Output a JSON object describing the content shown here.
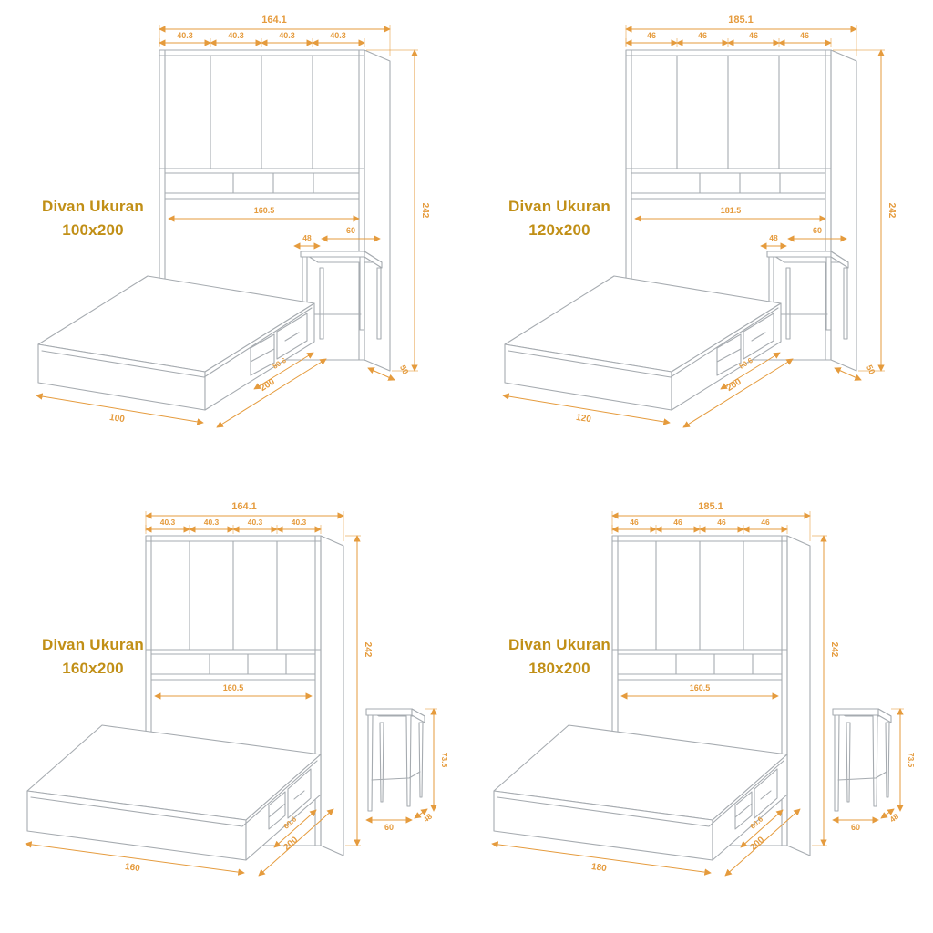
{
  "colors": {
    "dimension": "#E59B3D",
    "label": "#C18F16",
    "furniture": "#A6ABB0"
  },
  "panels": [
    {
      "title": "Divan Ukuran",
      "size": "100x200",
      "dims": {
        "total_width": "164.1",
        "segments": [
          "40.3",
          "40.3",
          "40.3",
          "40.3"
        ],
        "height": "242",
        "shelf_width": "160.5",
        "desk_depth": "48",
        "desk_width": "60",
        "drawer": "80.6",
        "length": "200",
        "width": "100",
        "side_depth": "50"
      }
    },
    {
      "title": "Divan Ukuran",
      "size": "120x200",
      "dims": {
        "total_width": "185.1",
        "segments": [
          "46",
          "46",
          "46",
          "46"
        ],
        "height": "242",
        "shelf_width": "181.5",
        "desk_depth": "48",
        "desk_width": "60",
        "drawer": "80.6",
        "length": "200",
        "width": "120",
        "side_depth": "50"
      }
    },
    {
      "title": "Divan Ukuran",
      "size": "160x200",
      "dims": {
        "total_width": "164.1",
        "segments": [
          "40.3",
          "40.3",
          "40.3",
          "40.3"
        ],
        "height": "242",
        "shelf_width": "160.5",
        "stool_height": "73.5",
        "stool_width": "60",
        "stool_depth": "48",
        "drawer": "60.6",
        "length": "200",
        "width": "160"
      }
    },
    {
      "title": "Divan Ukuran",
      "size": "180x200",
      "dims": {
        "total_width": "185.1",
        "segments": [
          "46",
          "46",
          "46",
          "46"
        ],
        "height": "242",
        "shelf_width": "160.5",
        "stool_height": "73.5",
        "stool_width": "60",
        "stool_depth": "48",
        "drawer": "60.6",
        "length": "200",
        "width": "180"
      }
    }
  ]
}
